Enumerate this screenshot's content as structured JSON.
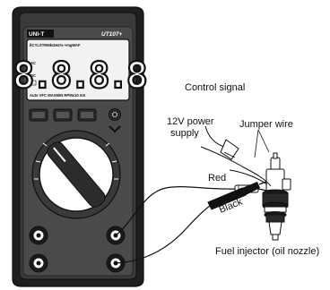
{
  "meter": {
    "brand": "UNI-T",
    "model": "UT107+",
    "display_digits": "8.8.8.8",
    "lcd_top_indicators": "ßCYLSTRMkΩHz%-+mgMAF",
    "lcd_left_top": "AC",
    "lcd_left_mid": "DC",
    "lcd_bottom_indicators": "Auto VFC MAXMIN RPMx10 mS"
  },
  "labels": {
    "control_signal": "Control signal",
    "power_supply_line1": "12V power",
    "power_supply_line2": "supply",
    "jumper_wire": "Jumper wire",
    "red_lead": "Red",
    "black_lead": "Black",
    "fuel_injector": "Fuel injector (oil nozzle)"
  },
  "colors": {
    "ink": "#111111",
    "meter_body": "#2b2b2b",
    "lcd_bg": "#f2f2f2",
    "paper": "#ffffff"
  }
}
